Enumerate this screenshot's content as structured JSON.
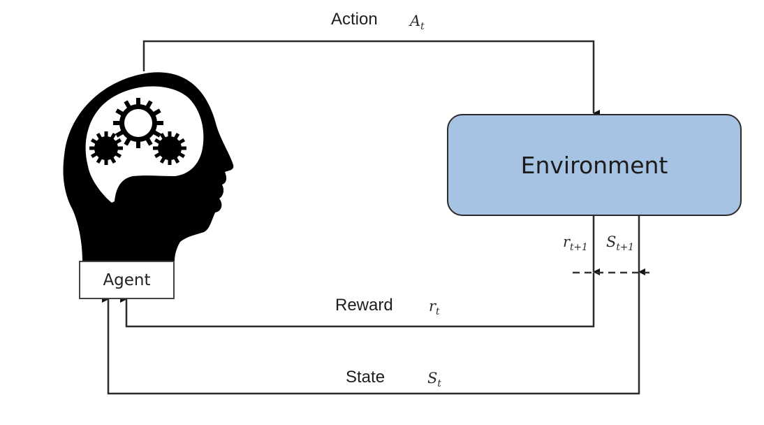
{
  "diagram": {
    "title": "Reinforcement learning agent-environment loop",
    "nodes": {
      "agent": {
        "label": "Agent",
        "icon": "head-with-gears-icon"
      },
      "environment": {
        "label": "Environment",
        "fill": "#a7c3e4"
      }
    },
    "edges": {
      "action": {
        "label": "Action",
        "symbol": "A",
        "subscript": "t",
        "from": "agent",
        "to": "environment"
      },
      "reward": {
        "label": "Reward",
        "symbol": "r",
        "subscript": "t",
        "from": "environment",
        "to": "agent"
      },
      "state": {
        "label": "State",
        "symbol": "S",
        "subscript": "t",
        "from": "environment",
        "to": "agent"
      }
    },
    "next_step": {
      "reward": {
        "symbol": "r",
        "subscript": "t+1"
      },
      "state": {
        "symbol": "S",
        "subscript": "t+1"
      }
    },
    "colors": {
      "line": "#2b2b2b",
      "environment_fill": "#a7c3e4",
      "silhouette": "#000000"
    }
  }
}
